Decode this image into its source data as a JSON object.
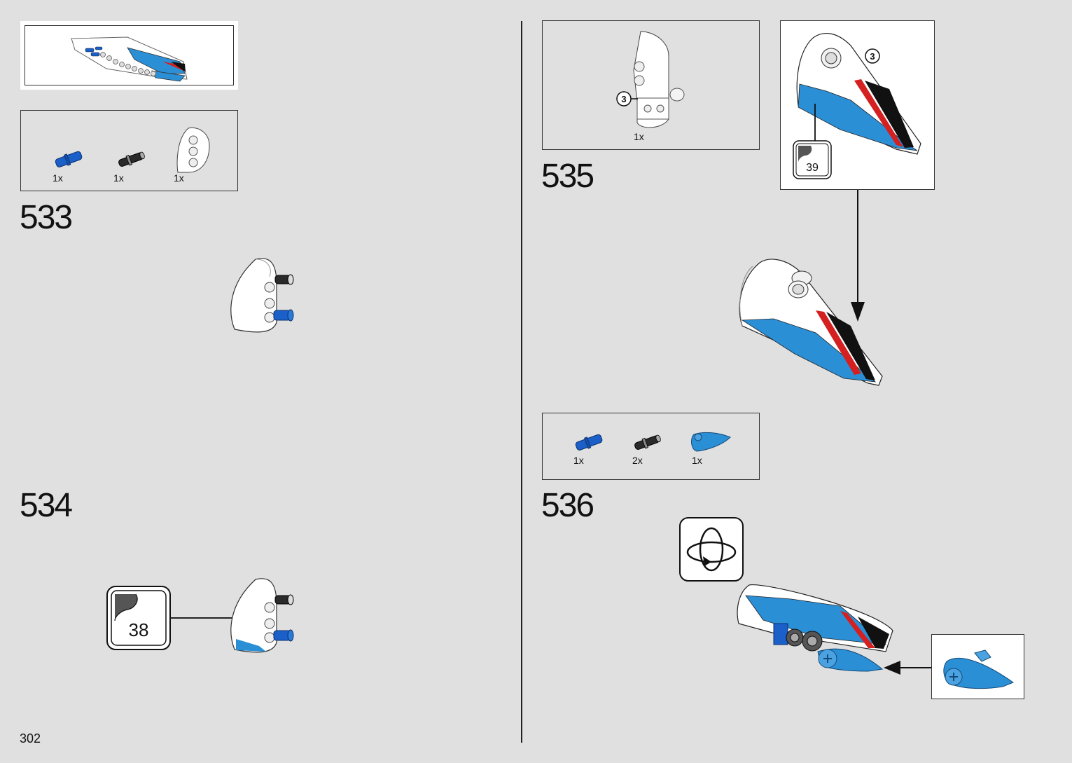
{
  "page_number": "302",
  "steps": {
    "s533": {
      "number": "533",
      "parts": [
        {
          "qty": "1x",
          "icon": "blue-pin-icon"
        },
        {
          "qty": "1x",
          "icon": "black-pin-icon"
        },
        {
          "qty": "1x",
          "icon": "white-panel-icon"
        }
      ]
    },
    "s534": {
      "number": "534",
      "sticker": "38"
    },
    "s535": {
      "number": "535",
      "callout": "3",
      "parts": [
        {
          "qty": "1x",
          "icon": "white-panel-icon"
        }
      ],
      "sticker": "39",
      "callout2": "3"
    },
    "s536": {
      "number": "536",
      "parts": [
        {
          "qty": "1x",
          "icon": "blue-pin-icon"
        },
        {
          "qty": "2x",
          "icon": "black-pin-icon"
        },
        {
          "qty": "1x",
          "icon": "blue-nose-icon"
        }
      ]
    }
  },
  "colors": {
    "blue": "#1b5fc8",
    "light_blue": "#2b8fd6",
    "red": "#d42020",
    "black": "#111111",
    "white": "#ffffff",
    "background": "#e0e0e0"
  }
}
